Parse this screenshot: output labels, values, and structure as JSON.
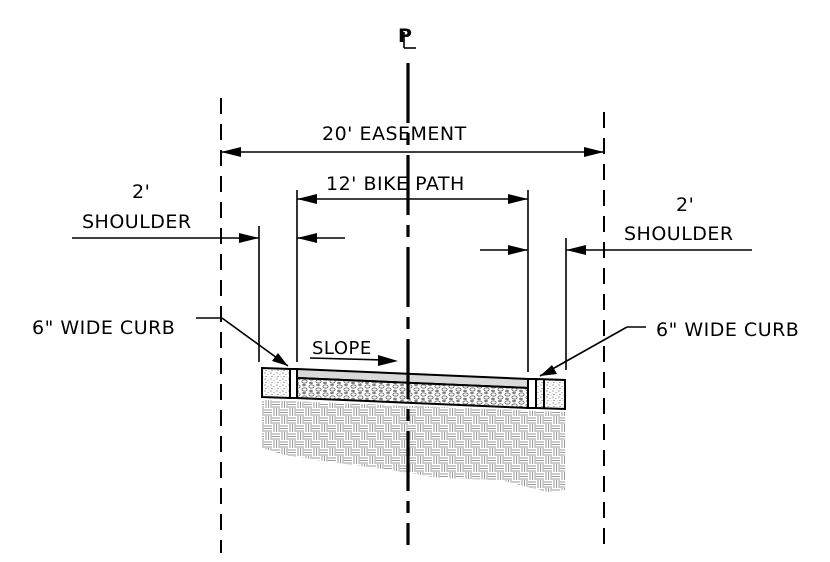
{
  "labels": {
    "property_line": "PL",
    "easement": "20' EASEMENT",
    "bike_path": "12' BIKE PATH",
    "left_shoulder_width": "2'",
    "left_shoulder": "SHOULDER",
    "right_shoulder_width": "2'",
    "right_shoulder": "SHOULDER",
    "left_curb": "6\" WIDE CURB",
    "right_curb": "6\" WIDE CURB",
    "slope": "SLOPE"
  },
  "colors": {
    "line": "#000000",
    "soil_hatch": "#9a9a9a",
    "pavement": "#d9d9d9",
    "aggregate": "#cfcfcf"
  }
}
